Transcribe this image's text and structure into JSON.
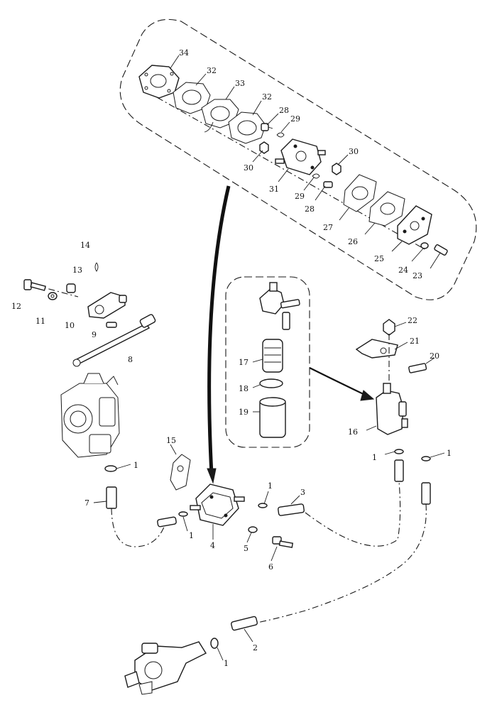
{
  "callouts": [
    {
      "id": "c34",
      "text": "34"
    },
    {
      "id": "c32a",
      "text": "32"
    },
    {
      "id": "c33",
      "text": "33"
    },
    {
      "id": "c32b",
      "text": "32"
    },
    {
      "id": "c28a",
      "text": "28"
    },
    {
      "id": "c29a",
      "text": "29"
    },
    {
      "id": "c30a",
      "text": "30"
    },
    {
      "id": "c30b",
      "text": "30"
    },
    {
      "id": "c31",
      "text": "31"
    },
    {
      "id": "c29b",
      "text": "29"
    },
    {
      "id": "c28b",
      "text": "28"
    },
    {
      "id": "c27",
      "text": "27"
    },
    {
      "id": "c26",
      "text": "26"
    },
    {
      "id": "c25",
      "text": "25"
    },
    {
      "id": "c24",
      "text": "24"
    },
    {
      "id": "c23",
      "text": "23"
    },
    {
      "id": "c14",
      "text": "14"
    },
    {
      "id": "c13",
      "text": "13"
    },
    {
      "id": "c12",
      "text": "12"
    },
    {
      "id": "c11",
      "text": "11"
    },
    {
      "id": "c10",
      "text": "10"
    },
    {
      "id": "c9",
      "text": "9"
    },
    {
      "id": "c8",
      "text": "8"
    },
    {
      "id": "c22",
      "text": "22"
    },
    {
      "id": "c21",
      "text": "21"
    },
    {
      "id": "c20",
      "text": "20"
    },
    {
      "id": "c17",
      "text": "17"
    },
    {
      "id": "c18",
      "text": "18"
    },
    {
      "id": "c19",
      "text": "19"
    },
    {
      "id": "c16",
      "text": "16"
    },
    {
      "id": "c1a",
      "text": "1"
    },
    {
      "id": "c1b",
      "text": "1"
    },
    {
      "id": "c15",
      "text": "15"
    },
    {
      "id": "c1c",
      "text": "1"
    },
    {
      "id": "c1d",
      "text": "1"
    },
    {
      "id": "c7",
      "text": "7"
    },
    {
      "id": "c1e",
      "text": "1"
    },
    {
      "id": "c3",
      "text": "3"
    },
    {
      "id": "c4",
      "text": "4"
    },
    {
      "id": "c5",
      "text": "5"
    },
    {
      "id": "c6",
      "text": "6"
    },
    {
      "id": "c2",
      "text": "2"
    },
    {
      "id": "c1f",
      "text": "1"
    }
  ]
}
